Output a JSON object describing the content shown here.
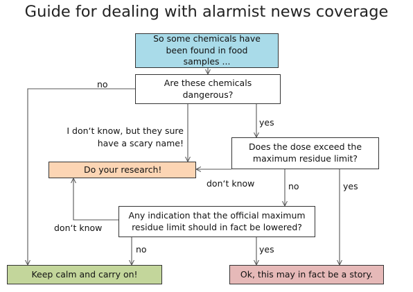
{
  "title": "Guide for dealing with alarmist news coverage",
  "colors": {
    "start_fill": "#a9dbe9",
    "research_fill": "#fcd5b4",
    "calm_fill": "#c3d69b",
    "story_fill": "#e6b9b8",
    "question_fill": "#ffffff",
    "line": "#555555"
  },
  "nodes": {
    "start": "So some chemicals have been found in food samples ...",
    "dangerous": "Are these chemicals dangerous?",
    "dose": "Does the dose exceed the maximum residue limit?",
    "research": "Do your research!",
    "lowered": "Any indication that the official maximum residue limit should in fact be lowered?",
    "calm": "Keep calm and carry on!",
    "story": "Ok, this may in fact be a story."
  },
  "edge_labels": {
    "dangerous_no": "no",
    "dangerous_yes": "yes",
    "dangerous_unknown_line1": "I don‘t know, but they sure",
    "dangerous_unknown_line2": "have a scary name!",
    "dose_unknown": "don‘t know",
    "dose_no": "no",
    "dose_yes": "yes",
    "lowered_unknown": "don‘t know",
    "lowered_no": "no",
    "lowered_yes": "yes"
  }
}
